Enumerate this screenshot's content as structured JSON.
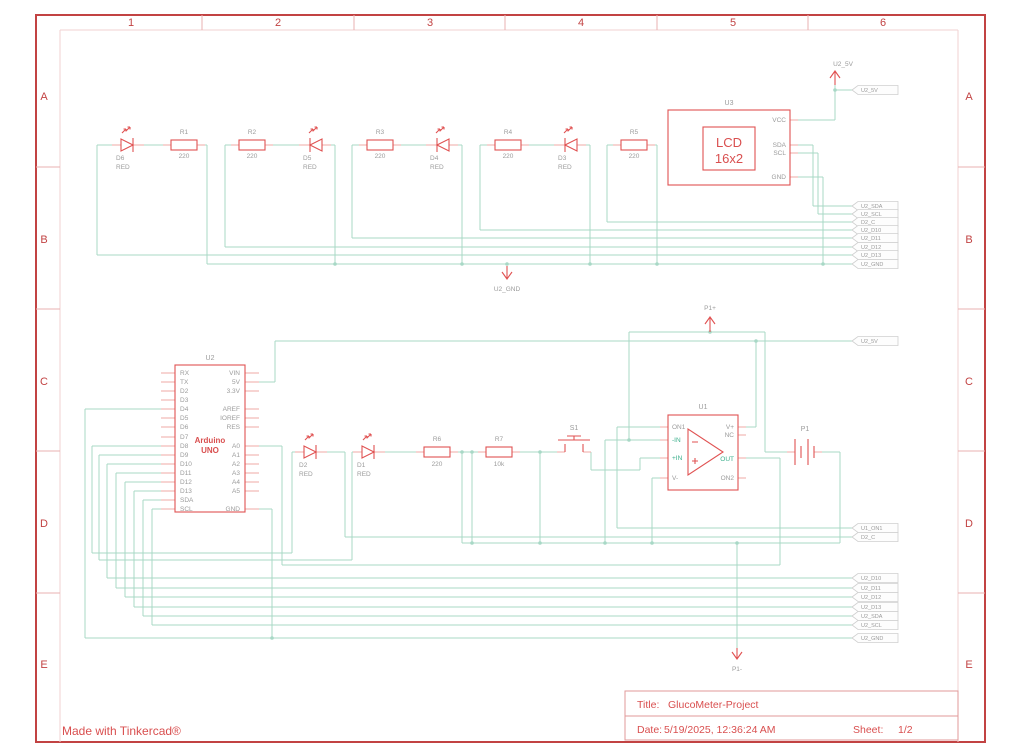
{
  "frame": {
    "columns": [
      "1",
      "2",
      "3",
      "4",
      "5",
      "6"
    ],
    "rows": [
      "A",
      "B",
      "C",
      "D",
      "E"
    ]
  },
  "footer": {
    "made_with": "Made with Tinkercad®"
  },
  "title_block": {
    "title_label": "Title:",
    "title": "GlucoMeter-Project",
    "date_label": "Date:",
    "date": "5/19/2025, 12:36:24 AM",
    "sheet_label": "Sheet:",
    "sheet": "1/2"
  },
  "power_flags": {
    "top_5v": "U2_5V",
    "gnd": "U2_GND",
    "p1_plus": "P1+",
    "p1_minus": "P1-"
  },
  "net_tags": {
    "top": [
      "U2_5V",
      "U2_SDA",
      "U2_SCL",
      "D2_C",
      "U2_D10",
      "U2_D11",
      "U2_D12",
      "U2_D13",
      "U2_GND"
    ],
    "middle": [
      "U2_5V",
      "U1_ON1",
      "D2_C"
    ],
    "bottom": [
      "U2_D10",
      "U2_D11",
      "U2_D12",
      "U2_D13",
      "U2_SDA",
      "U2_SCL",
      "U2_GND"
    ]
  },
  "components": {
    "lcd": {
      "ref": "U3",
      "line1": "LCD",
      "line2": "16x2",
      "pins": [
        "VCC",
        "SDA",
        "SCL",
        "GND"
      ]
    },
    "arduino": {
      "ref": "U2",
      "label1": "Arduino",
      "label2": "UNO",
      "left_pins": [
        "RX",
        "TX",
        "D2",
        "D3",
        "D4",
        "D5",
        "D6",
        "D7",
        "D8",
        "D9",
        "D10",
        "D11",
        "D12",
        "D13",
        "SDA",
        "SCL"
      ],
      "right_pins": [
        "VIN",
        "5V",
        "3.3V",
        "AREF",
        "IOREF",
        "RES",
        "A0",
        "A1",
        "A2",
        "A3",
        "A4",
        "A5",
        "GND"
      ]
    },
    "opamp": {
      "ref": "U1",
      "pins": {
        "on1": "ON1",
        "in_minus": "-IN",
        "in_plus": "+IN",
        "v_minus": "V-",
        "v_plus": "V+",
        "nc": "NC",
        "out": "OUT",
        "on2": "ON2"
      }
    },
    "battery": {
      "ref": "P1"
    },
    "pushbutton": {
      "ref": "S1"
    },
    "resistors": [
      {
        "ref": "R1",
        "value": "220"
      },
      {
        "ref": "R2",
        "value": "220"
      },
      {
        "ref": "R3",
        "value": "220"
      },
      {
        "ref": "R4",
        "value": "220"
      },
      {
        "ref": "R5",
        "value": "220"
      },
      {
        "ref": "R6",
        "value": "220"
      },
      {
        "ref": "R7",
        "value": "10k"
      }
    ],
    "leds": [
      {
        "ref": "D6",
        "value": "RED"
      },
      {
        "ref": "D5",
        "value": "RED"
      },
      {
        "ref": "D4",
        "value": "RED"
      },
      {
        "ref": "D3",
        "value": "RED"
      },
      {
        "ref": "D2",
        "value": "RED"
      },
      {
        "ref": "D1",
        "value": "RED"
      }
    ]
  },
  "colors": {
    "wire": "#a8d8c6",
    "component_red": "#e05252",
    "frame_red": "#c24343",
    "text_gray": "#9b9b9b",
    "title_red": "#d94f4f",
    "net_green": "#3aaf8c"
  }
}
